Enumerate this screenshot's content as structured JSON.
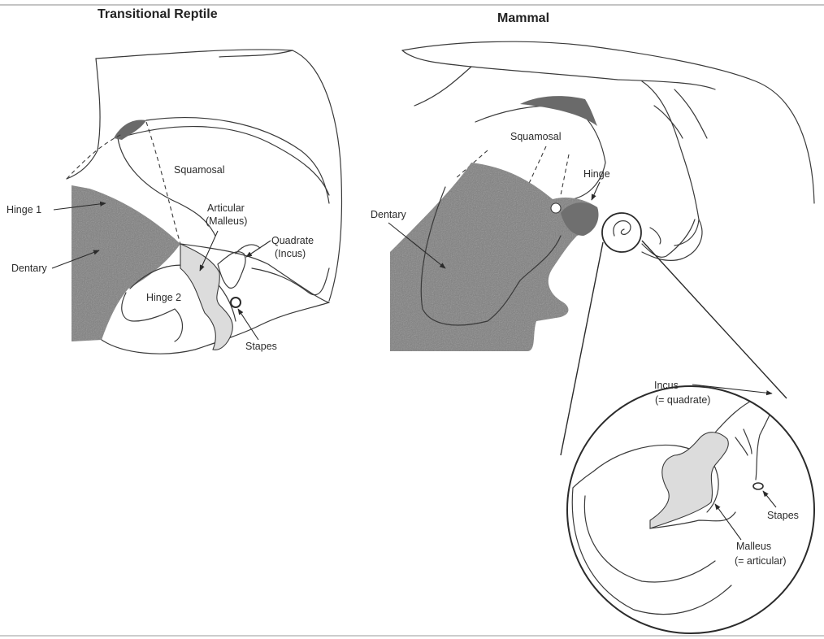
{
  "titles": {
    "reptile": "Transitional Reptile",
    "mammal": "Mammal"
  },
  "reptile_labels": {
    "hinge1": "Hinge 1",
    "dentary": "Dentary",
    "squamosal": "Squamosal",
    "articular_line1": "Articular",
    "articular_line2": "(Malleus)",
    "quadrate_line1": "Quadrate",
    "quadrate_line2": "(Incus)",
    "hinge2": "Hinge 2",
    "stapes": "Stapes"
  },
  "mammal_labels": {
    "squamosal": "Squamosal",
    "hinge": "Hinge",
    "dentary": "Dentary"
  },
  "inset_labels": {
    "incus_line1": "Incus",
    "incus_line2": "(= quadrate)",
    "stapes": "Stapes",
    "malleus_line1": "Malleus",
    "malleus_line2": "(= articular)"
  },
  "colors": {
    "shading": "#7d7d7d",
    "light_shading": "#dcdcdc",
    "line": "#3a3a3a"
  }
}
